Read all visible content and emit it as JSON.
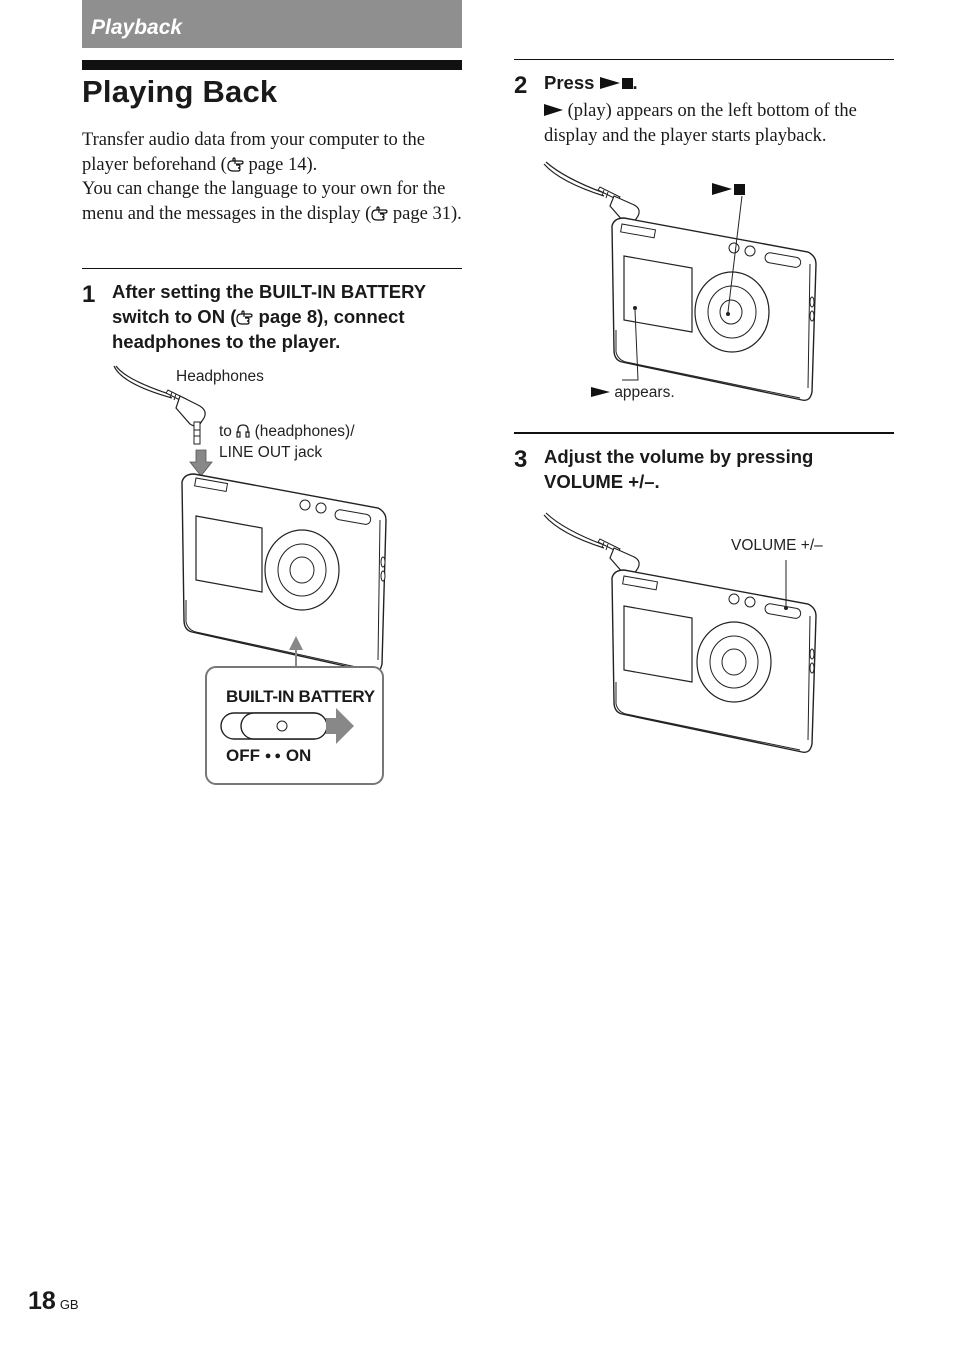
{
  "header": {
    "section": "Playback"
  },
  "title": "Playing Back",
  "intro": {
    "line1_before": "Transfer audio data from your computer to the player beforehand (",
    "line1_after": " page 14).",
    "line2_before": "You can change the language to your own for the menu and the messages in the display (",
    "line2_after": " page 31)."
  },
  "steps": [
    {
      "number": "1",
      "text_before": "After setting the BUILT-IN BATTERY switch to ON (",
      "text_after": " page 8), connect headphones to the player.",
      "callouts": {
        "headphones": "Headphones",
        "jack_prefix": "to",
        "jack_suffix": "(headphones)/",
        "jack_line2": "LINE OUT jack",
        "switch_label": "BUILT-IN BATTERY",
        "switch_off": "OFF",
        "switch_on": "ON"
      }
    },
    {
      "number": "2",
      "label": "Press",
      "label_end": ".",
      "body": "(play) appears on the left bottom of the display and the player starts playback.",
      "callouts": {
        "appears": "appears."
      }
    },
    {
      "number": "3",
      "text": "Adjust the volume by pressing VOLUME +/–.",
      "callouts": {
        "volume": "VOLUME +/–"
      }
    }
  ],
  "footer": {
    "page_number": "18",
    "region": "GB"
  },
  "icons": [
    "reference-hand-icon",
    "headphones-icon",
    "play-icon",
    "stop-icon"
  ]
}
